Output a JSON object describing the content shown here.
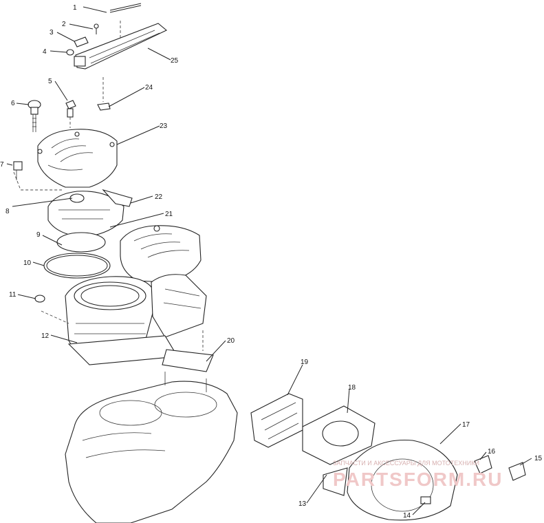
{
  "diagram": {
    "callouts": [
      "1",
      "2",
      "3",
      "4",
      "25",
      "5",
      "24",
      "6",
      "23",
      "7",
      "8",
      "22",
      "21",
      "9",
      "10",
      "11",
      "12",
      "20",
      "19",
      "18",
      "17",
      "16",
      "15",
      "13",
      "14"
    ]
  },
  "watermark": {
    "tagline": "ЗАПЧАСТИ И АКСЕССУАРЫ ДЛЯ МОТОТЕХНИКИ",
    "logo": "PARTSFORM.RU"
  }
}
